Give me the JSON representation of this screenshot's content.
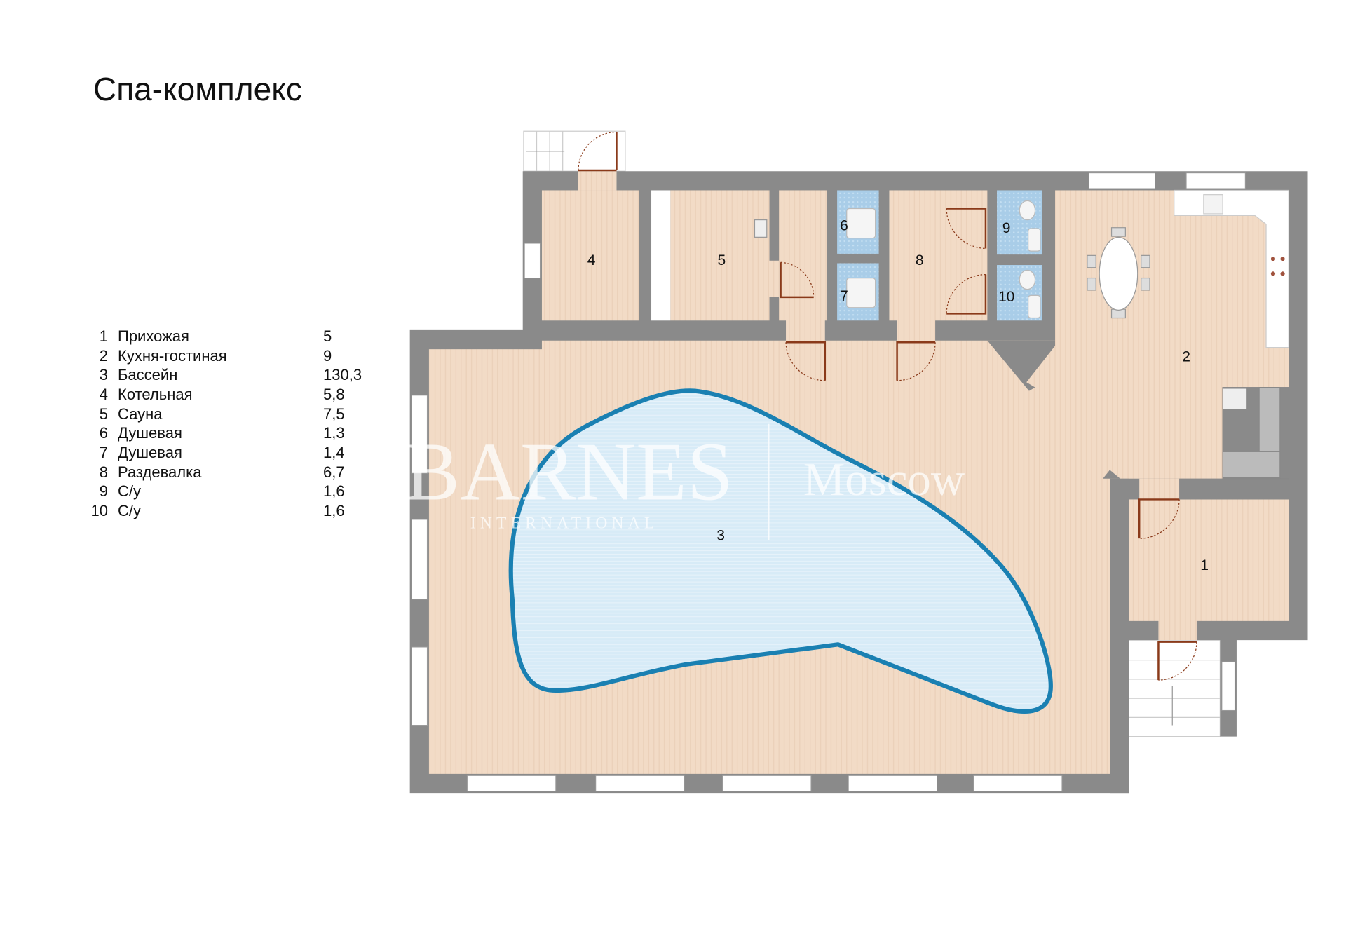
{
  "title": "Спа-комплекс",
  "rooms": [
    {
      "num": "1",
      "name": "Прихожая",
      "area": "5"
    },
    {
      "num": "2",
      "name": "Кухня-гостиная",
      "area": "9"
    },
    {
      "num": "3",
      "name": "Бассейн",
      "area": "130,3"
    },
    {
      "num": "4",
      "name": "Котельная",
      "area": "5,8"
    },
    {
      "num": "5",
      "name": "Сауна",
      "area": "7,5"
    },
    {
      "num": "6",
      "name": "Душевая",
      "area": "1,3"
    },
    {
      "num": "7",
      "name": "Душевая",
      "area": "1,4"
    },
    {
      "num": "8",
      "name": "Раздевалка",
      "area": "6,7"
    },
    {
      "num": "9",
      "name": "С/у",
      "area": "1,6"
    },
    {
      "num": "10",
      "name": "С/у",
      "area": "1,6"
    }
  ],
  "watermark": {
    "brand": "BARNES",
    "sub": "INTERNATIONAL",
    "city": "Moscow"
  },
  "colors": {
    "wall": "#8a8a8a",
    "floor": "#f2dbc6",
    "tile": "#a9cde8",
    "pool": "#d7ebf7",
    "pool_edge": "#1a80b2"
  }
}
